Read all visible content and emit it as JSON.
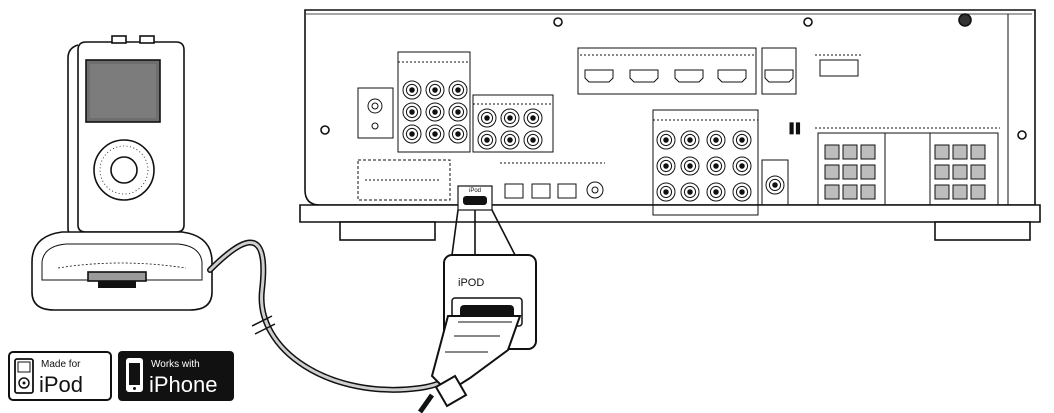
{
  "callout": {
    "port_label": "iPOD"
  },
  "receiver": {
    "port_label": "iPod"
  },
  "badges": {
    "made_for": {
      "top": "Made for",
      "main": "iPod",
      "icon": "ipod-icon"
    },
    "works_with": {
      "top": "Works with",
      "main": "iPhone",
      "icon": "iphone-icon"
    }
  },
  "colors": {
    "line": "#111111",
    "fill": "#ffffff",
    "black_badge": "#111111",
    "grey": "#b8b8b8"
  }
}
